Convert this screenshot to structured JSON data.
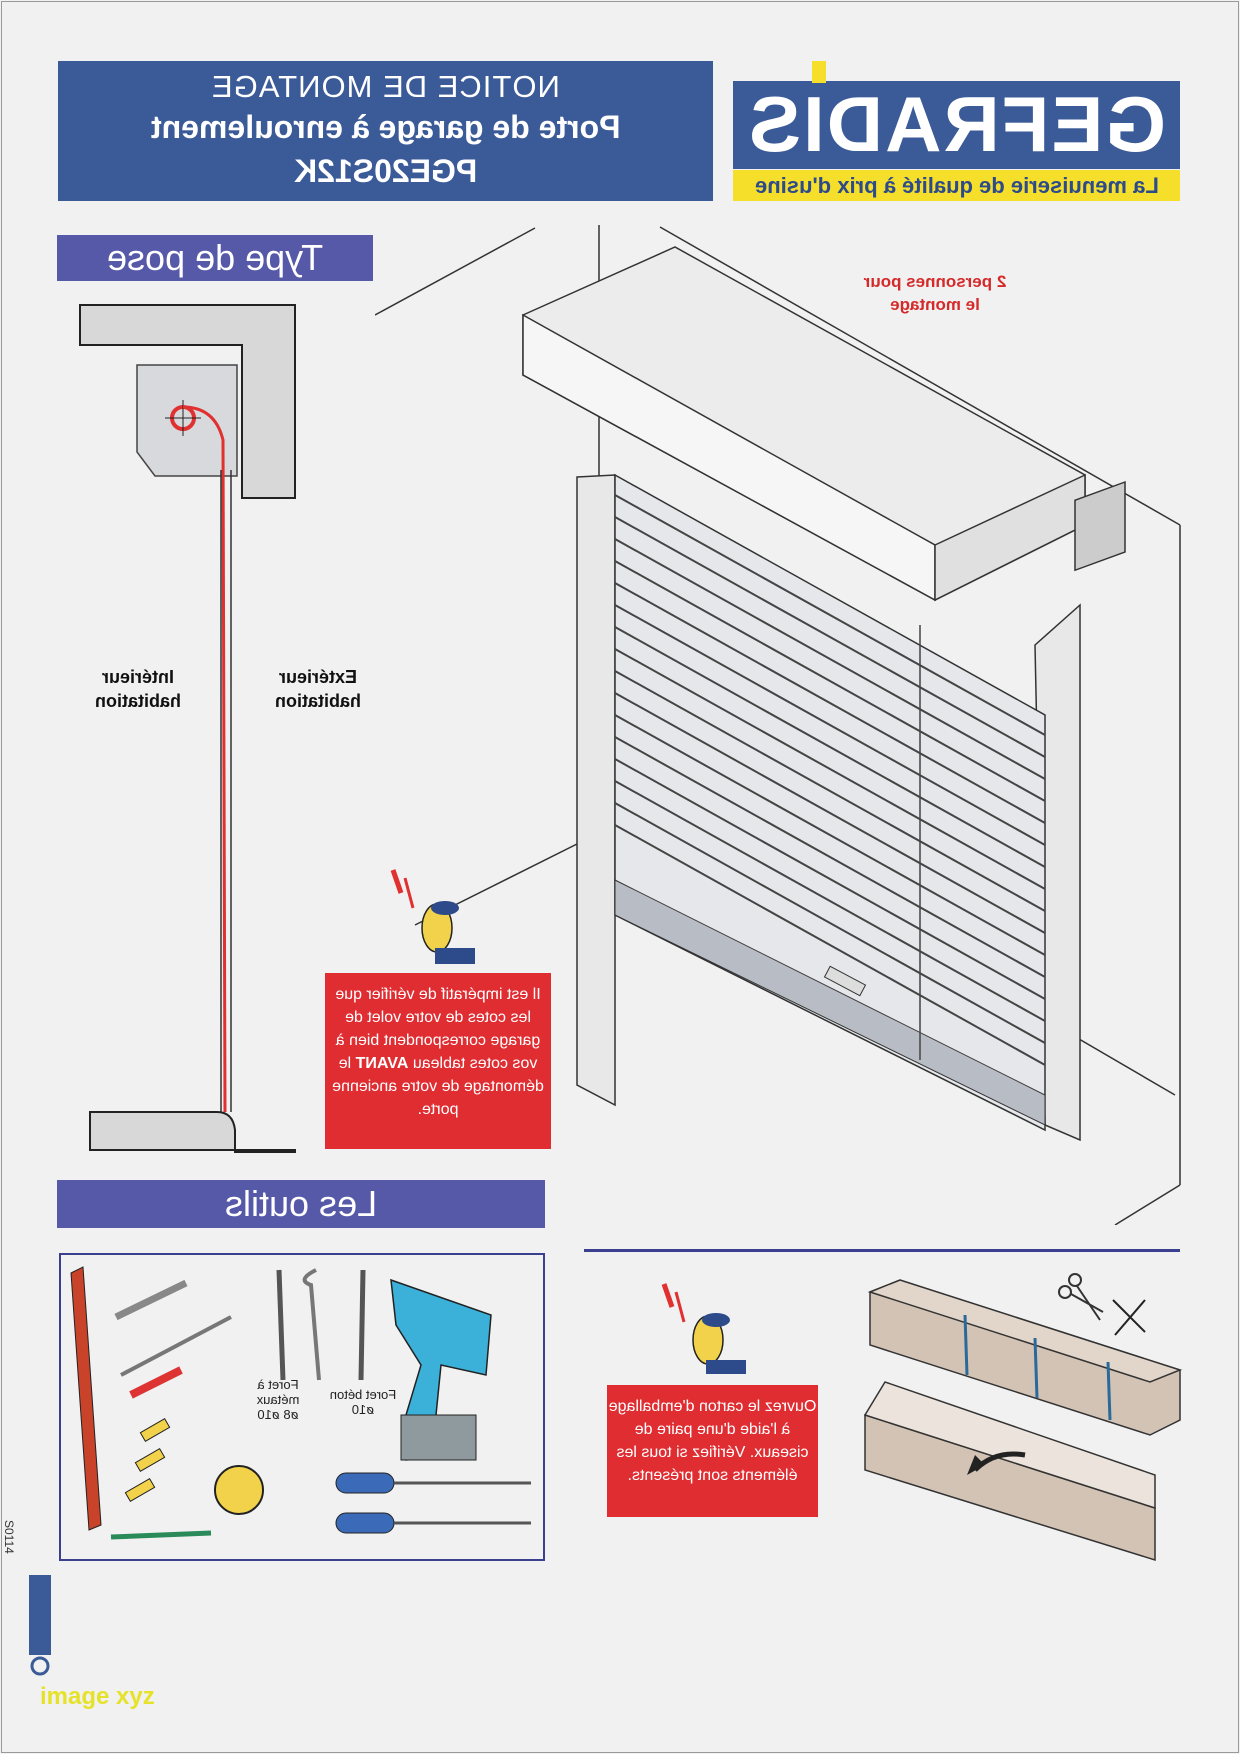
{
  "header": {
    "line1": "NOTICE DE MONTAGE",
    "line2": "Porte de garage à enroulement",
    "line3": "PGE20S12K"
  },
  "brand": {
    "name": "GEFRADIS",
    "slogan": "La menuiserie de qualité à prix d'usine",
    "colors": {
      "blue": "#3b5a98",
      "yellow": "#f5df2a"
    }
  },
  "pose": {
    "title": "Type de pose",
    "interieur": "Intérieur habitation",
    "exterieur": "Extérieur habitation"
  },
  "door": {
    "persons_note": "2 personnes pour le montage"
  },
  "warning1": {
    "text_a": "Il est impératif de vérifier que les cotes de votre volet de garage correspondent bien à vos cotes tableau",
    "text_bold": "AVANT",
    "text_b": "le démontage de votre ancienne porte."
  },
  "tools": {
    "title": "Les outils",
    "forets_metaux": "Foret à métaux ø8 ø10",
    "foret_beton": "Foret béton ø10"
  },
  "warning2": {
    "text": "Ouvrez le carton d'emballage à l'aide d'une paire de ciseaux. Vérifiez si tous les éléments sont présents."
  },
  "footer": {
    "side_code": "S0114",
    "watermark": "image xyz"
  }
}
